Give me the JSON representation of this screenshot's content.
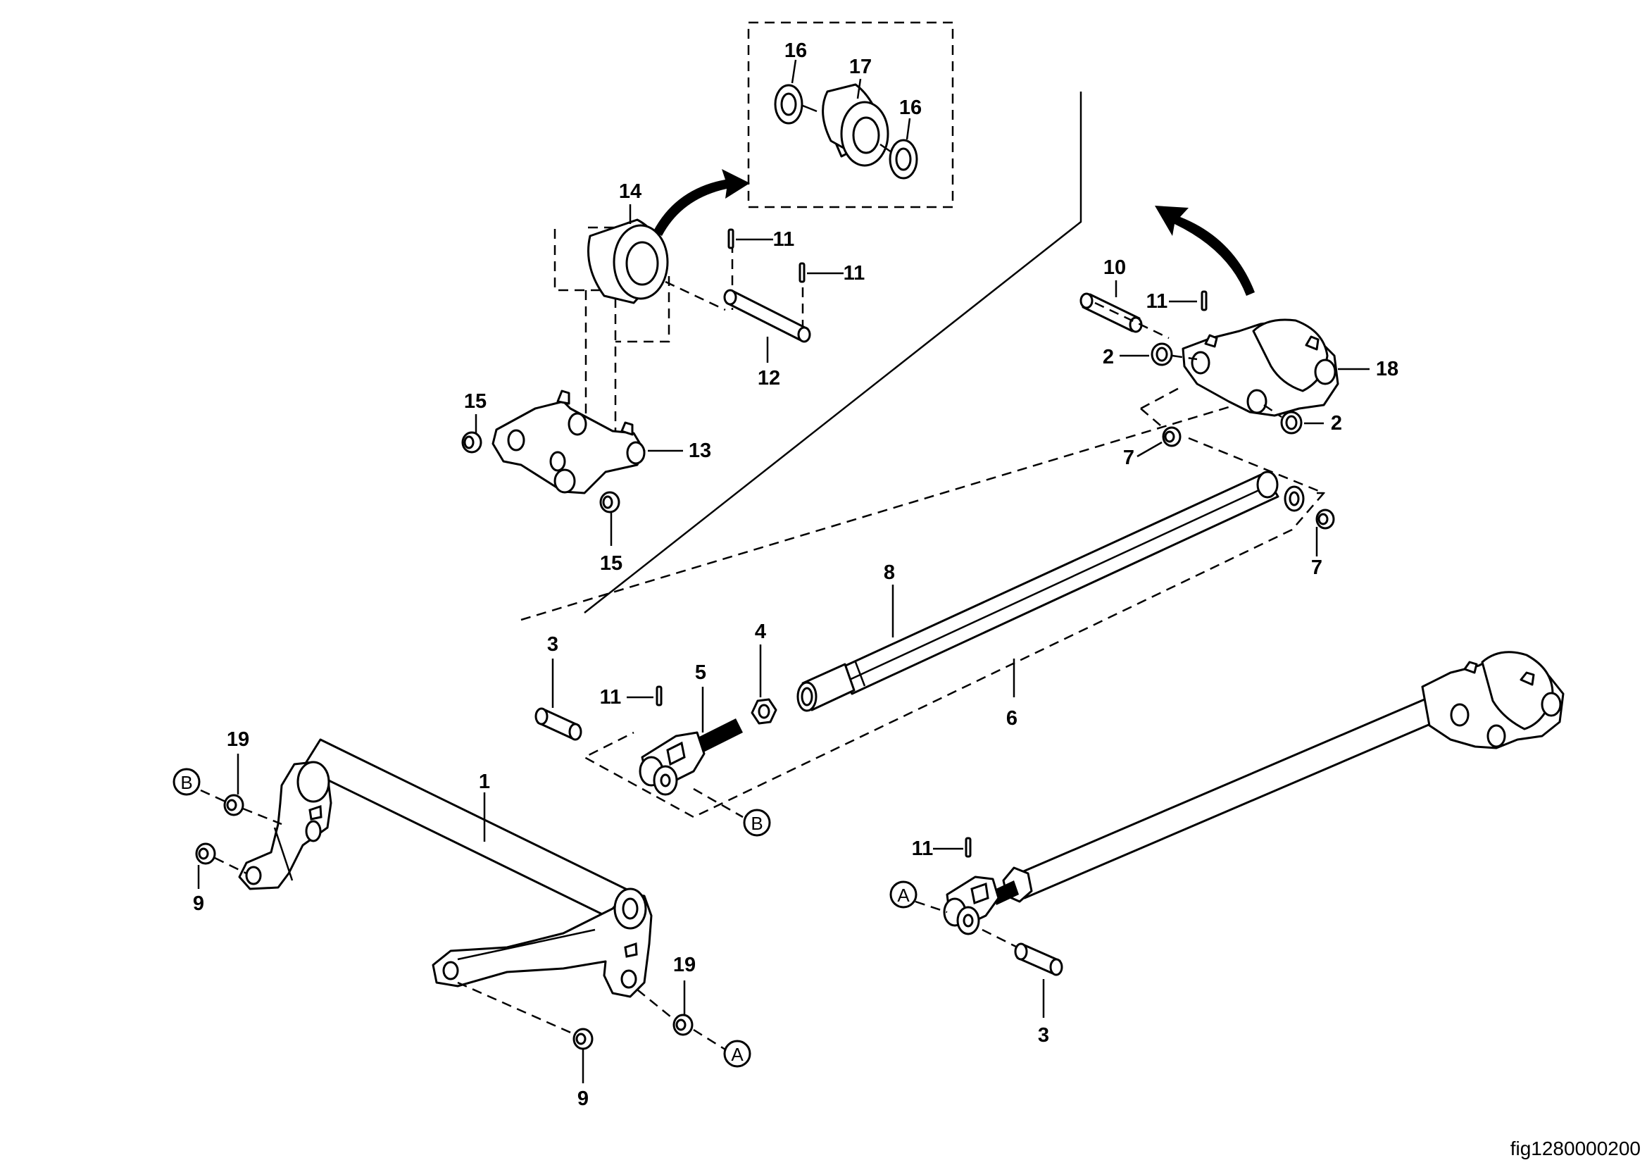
{
  "figure_id": "fig1280000200",
  "callouts": {
    "c1": "1",
    "c2a": "2",
    "c2b": "2",
    "c3a": "3",
    "c3b": "3",
    "c4": "4",
    "c5": "5",
    "c6": "6",
    "c7a": "7",
    "c7b": "7",
    "c8": "8",
    "c9a": "9",
    "c9b": "9",
    "c10": "10",
    "c11a": "11",
    "c11b": "11",
    "c11c": "11",
    "c11d": "11",
    "c11e": "11",
    "c12": "12",
    "c13": "13",
    "c14": "14",
    "c15a": "15",
    "c15b": "15",
    "c16a": "16",
    "c16b": "16",
    "c17": "17",
    "c18": "18",
    "c19a": "19",
    "c19b": "19"
  },
  "refs": {
    "ra1": "A",
    "ra2": "A",
    "rb1": "B",
    "rb2": "B"
  }
}
